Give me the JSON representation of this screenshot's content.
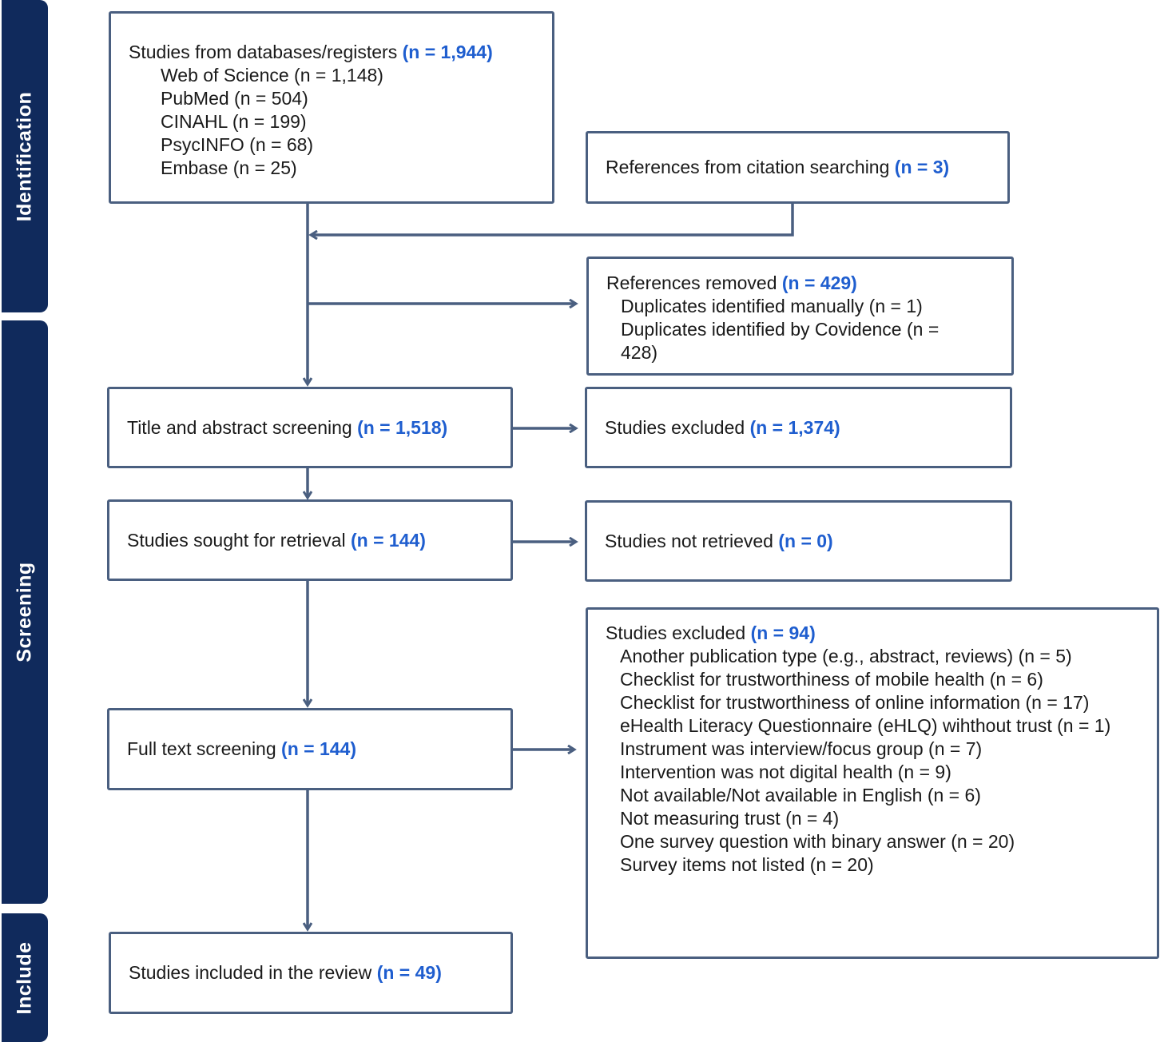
{
  "phases": {
    "identification": "Identification",
    "screening": "Screening",
    "include": "Include"
  },
  "databases": {
    "label": "Studies from databases/registers",
    "n": "(n = 1,944)",
    "items": [
      "Web of Science (n = 1,148)",
      "PubMed (n = 504)",
      "CINAHL (n = 199)",
      "PsycINFO (n = 68)",
      "Embase (n = 25)"
    ]
  },
  "citation": {
    "label": "References from citation searching",
    "n": "(n = 3)"
  },
  "removed": {
    "label": "References removed",
    "n": "(n = 429)",
    "items": [
      "Duplicates identified manually (n = 1)",
      "Duplicates identified by Covidence (n = 428)"
    ]
  },
  "title_abstract": {
    "label": "Title and abstract screening",
    "n": "(n = 1,518)"
  },
  "excluded_1": {
    "label": "Studies excluded",
    "n": "(n = 1,374)"
  },
  "retrieval": {
    "label": "Studies sought for retrieval",
    "n": "(n = 144)"
  },
  "not_retrieved": {
    "label": "Studies not retrieved",
    "n": "(n = 0)"
  },
  "full_text": {
    "label": "Full text screening",
    "n": "(n = 144)"
  },
  "excluded_2": {
    "label": "Studies excluded",
    "n": "(n = 94)",
    "items": [
      "Another publication type (e.g., abstract, reviews) (n = 5)",
      "Checklist for trustworthiness of mobile health (n = 6)",
      "Checklist for trustworthiness of online information (n = 17)",
      "eHealth Literacy Questionnaire (eHLQ) wihthout trust (n = 1)",
      "Instrument was interview/focus group (n = 7)",
      "Intervention was not digital health (n = 9)",
      "Not available/Not available in English (n = 6)",
      "Not measuring trust (n = 4)",
      "One survey question with binary answer (n = 20)",
      "Survey items not listed (n = 20)"
    ]
  },
  "included": {
    "label": "Studies included in the review",
    "n": "(n = 49)"
  },
  "colors": {
    "phase_bar": "#102a5c",
    "box_border": "#4a5f80",
    "count_text": "#1f5ecf",
    "arrow": "#4a5f80"
  }
}
